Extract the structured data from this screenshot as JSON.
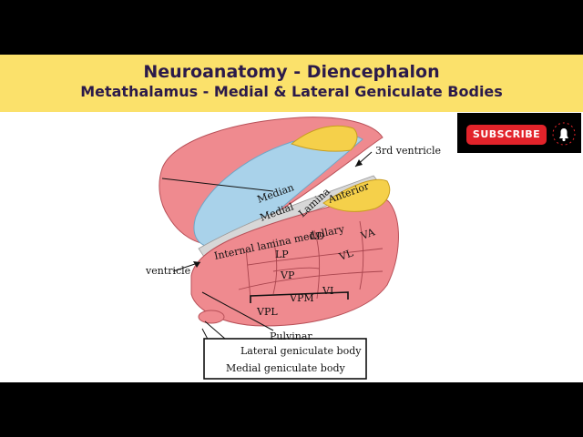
{
  "header": {
    "title": "Neuroanatomy - Diencephalon",
    "subtitle": "Metathalamus - Medial & Lateral Geniculate Bodies"
  },
  "subscribe": {
    "label": "SUBSCRIBE",
    "icon": "bell-icon"
  },
  "diagram": {
    "labels": {
      "third_ventricle": "3rd ventricle",
      "ventricle": "ventricle",
      "median": "Median",
      "medial": "Medial",
      "lamina": "Lamina",
      "anterior": "Anterior",
      "internal_lamina": "Internal lamina medullary",
      "lp": "LP",
      "ld": "LD",
      "vl": "VL",
      "va": "VA",
      "vp": "VP",
      "vpl": "VPL",
      "vpm": "VPM",
      "vi": "VI",
      "pulvinar": "Pulvinar",
      "lateral_geniculate": "Lateral geniculate body",
      "medial_geniculate": "Medial geniculate body"
    },
    "colors": {
      "red_lobe": "#ef8a8f",
      "blue_region": "#a9d2ea",
      "yellow_region": "#f5d04a",
      "banner": "#fbe16b",
      "subscribe": "#e2232a"
    }
  }
}
